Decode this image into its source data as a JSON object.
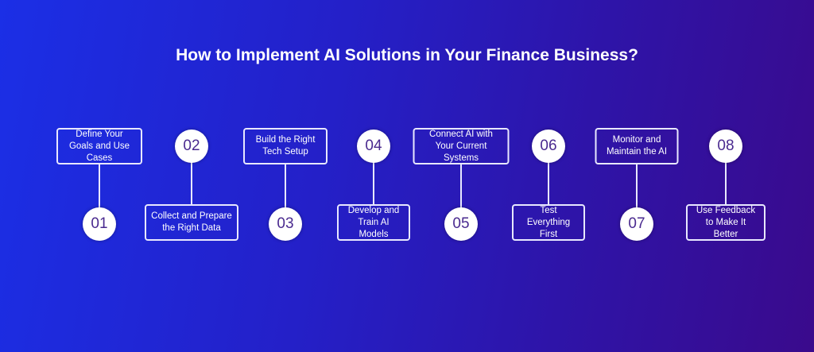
{
  "title": "How to Implement AI Solutions in Your Finance Business?",
  "steps": [
    {
      "number": "01",
      "label": "Define Your Goals and Use Cases"
    },
    {
      "number": "02",
      "label": "Collect and Prepare the Right Data"
    },
    {
      "number": "03",
      "label": "Build the Right Tech Setup"
    },
    {
      "number": "04",
      "label": "Develop and Train AI Models"
    },
    {
      "number": "05",
      "label": "Connect AI with Your Current Systems"
    },
    {
      "number": "06",
      "label": "Test Everything First"
    },
    {
      "number": "07",
      "label": "Monitor and Maintain the AI"
    },
    {
      "number": "08",
      "label": "Use Feedback to Make It Better"
    }
  ]
}
